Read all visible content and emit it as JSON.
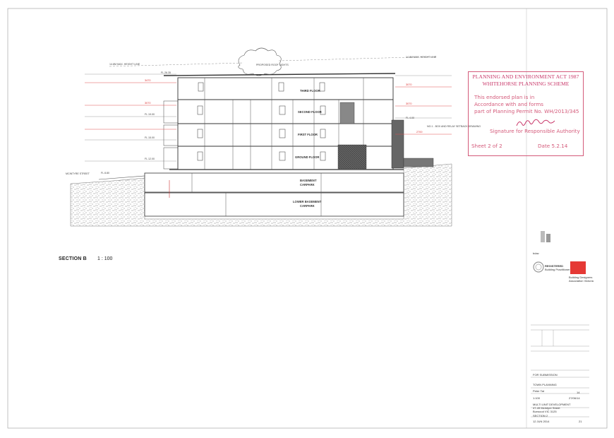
{
  "drawing": {
    "street_label": "MCINTYRE STREET",
    "floors": [
      "THIRD FLOOR",
      "SECOND FLOOR",
      "FIRST FLOOR",
      "GROUND FLOOR"
    ],
    "basement": "BASEMENT\nCARPARK",
    "basement_l1": "BASEMENT",
    "basement_l2": "CARPARK",
    "lower_l1": "LOWER BASEMENT",
    "lower_l2": "CARPARK",
    "height_left": "14.8M MAX. HEIGHT LINE",
    "height_right": "14.8M MAX. HEIGHT LINE",
    "skylight": "PROPOSED ROOF LIGHTS",
    "levels": [
      "FL 26.35",
      "FL 19.00",
      "FL 15.00",
      "FL 12.00",
      "FL 8.80",
      "FL 4.00"
    ],
    "dims": [
      "3470",
      "3070",
      "3070",
      "3070",
      "2700",
      "3000"
    ],
    "setback_note": "NO.1 - BOX AND RELAY\nSETBACK DRAWING"
  },
  "section": {
    "title": "SECTION B",
    "scale": "1 : 100"
  },
  "stamp": {
    "line1": "PLANNING AND ENVIRONMENT ACT 1987",
    "line2": "WHITEHORSE PLANNING SCHEME",
    "body1": "This endorsed plan is in",
    "body2": "Accordance with and forms",
    "body3": "part of Planning Permit No. WH/2013/345",
    "signature_label": "Signature for Responsible Authority",
    "sheet": "Sheet 2 of 2",
    "date": "Date 5.2.14"
  },
  "title_block": {
    "logo_text": "bdav",
    "registered": "REGISTERED",
    "registered_sub": "Building Practitioner",
    "bd_sub": "Building Designers\nAssociation Victoria",
    "status1": "FOR SUBMISSION",
    "status2": "TOWN PLANNING",
    "client": "Peter Tat",
    "project1": "MULTI UNIT DEVELOPMENT",
    "project2": "47-49 McIntyre Street",
    "project3": "Burwood VIC 3125",
    "drawing_title": "SECTION 2",
    "date": "12 JUN 2014",
    "scale_val": "1:100",
    "date_val": "27/06/14",
    "sheet_no": "14",
    "page_no": "21"
  }
}
